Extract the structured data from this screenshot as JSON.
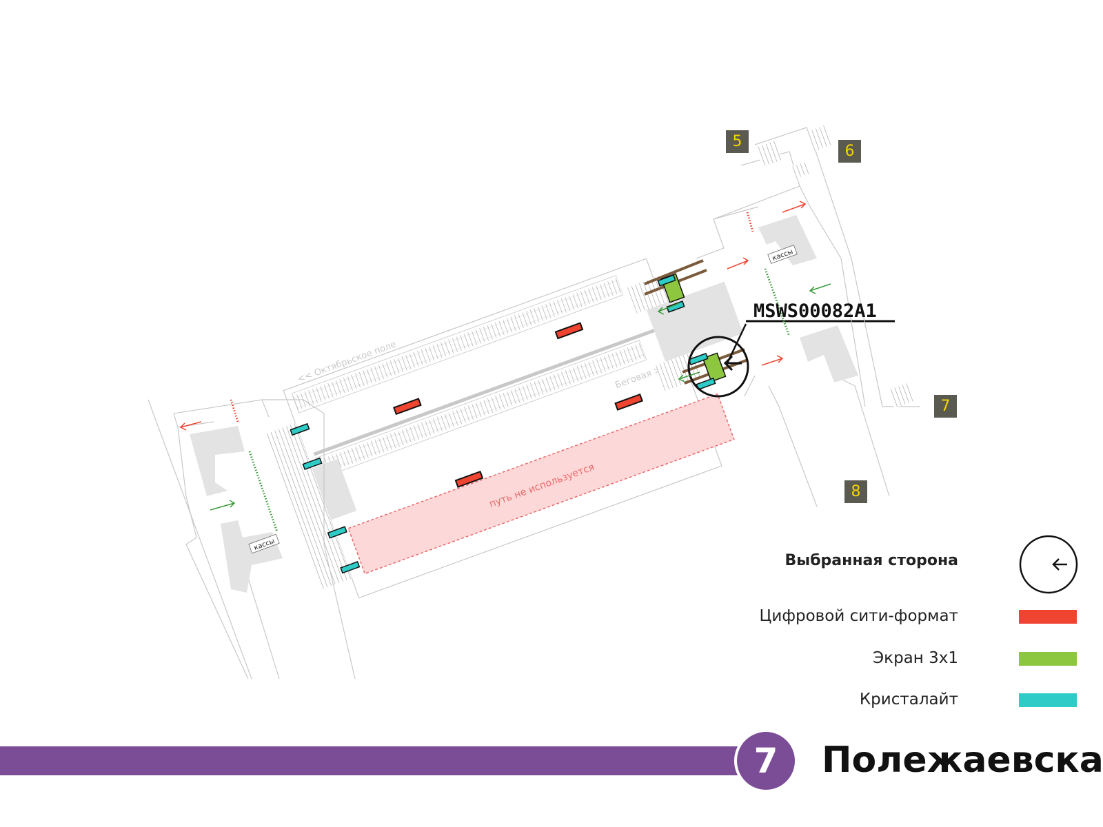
{
  "station": {
    "name": "Полежаевская",
    "line_number": "7",
    "line_color": "#7c4d97"
  },
  "map": {
    "selected_code": "MSWS00082A1",
    "direction_up": "<< Октябрьское поле",
    "direction_down": "Беговая >>",
    "unused_track": "путь не используется",
    "ticket_office_left": "кассы",
    "ticket_office_right": "кассы",
    "exits": [
      "5",
      "6",
      "7",
      "8"
    ]
  },
  "legend": {
    "title": "Выбранная сторона",
    "items": [
      {
        "label": "Цифровой сити-формат",
        "color": "#ee4430"
      },
      {
        "label": "Экран 3x1",
        "color": "#8dc63f"
      },
      {
        "label": "Кристалайт",
        "color": "#2ecbc7"
      }
    ]
  },
  "colors": {
    "exit_badge_bg": "#5b5a50",
    "exit_badge_text": "#f5d400",
    "unused_fill": "#fdd8d8",
    "unused_stroke": "#e86a6a"
  }
}
